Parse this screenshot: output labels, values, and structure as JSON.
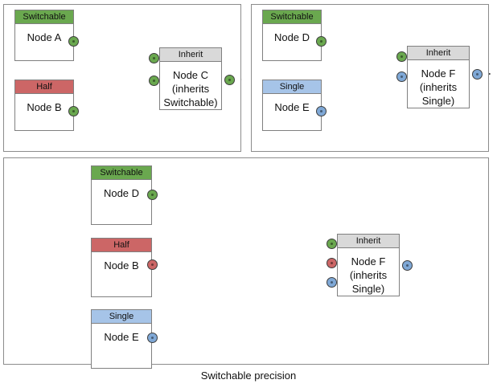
{
  "diagram": {
    "caption": "Switchable precision",
    "colors": {
      "switchable": "#6aa84f",
      "half": "#cc6666",
      "single": "#a6c4e8",
      "inherit": "#d9d9d9",
      "panel_border": "#8c8c8c",
      "node_border": "#808080",
      "edge": "#3d3d3d",
      "background": "#ffffff"
    },
    "panels": [
      {
        "id": "panel-a",
        "nodes": [
          {
            "id": "node-a",
            "header": "Switchable",
            "label": "Node A"
          },
          {
            "id": "node-b",
            "header": "Half",
            "label": "Node B"
          },
          {
            "id": "node-c",
            "header": "Inherit",
            "label": "Node C\n(inherits\nSwitchable)"
          }
        ],
        "edges": [
          {
            "from": "node-a",
            "to": "node-c",
            "type": "switchable"
          },
          {
            "from": "node-b",
            "to": "node-c",
            "type": "switchable"
          }
        ]
      },
      {
        "id": "panel-b",
        "nodes": [
          {
            "id": "node-d",
            "header": "Switchable",
            "label": "Node D"
          },
          {
            "id": "node-e",
            "header": "Single",
            "label": "Node E"
          },
          {
            "id": "node-f",
            "header": "Inherit",
            "label": "Node F\n(inherits\nSingle)"
          }
        ],
        "edges": [
          {
            "from": "node-d",
            "to": "node-f",
            "type": "switchable"
          },
          {
            "from": "node-e",
            "to": "node-f",
            "type": "single"
          }
        ]
      },
      {
        "id": "panel-c",
        "nodes": [
          {
            "id": "node-d2",
            "header": "Switchable",
            "label": "Node D"
          },
          {
            "id": "node-b2",
            "header": "Half",
            "label": "Node B"
          },
          {
            "id": "node-e2",
            "header": "Single",
            "label": "Node E"
          },
          {
            "id": "node-f2",
            "header": "Inherit",
            "label": "Node F\n(inherits\nSingle)"
          }
        ],
        "edges": [
          {
            "from": "node-d2",
            "to": "node-f2",
            "type": "switchable"
          },
          {
            "from": "node-b2",
            "to": "node-f2",
            "type": "half"
          },
          {
            "from": "node-e2",
            "to": "node-f2",
            "type": "single"
          }
        ]
      }
    ]
  }
}
